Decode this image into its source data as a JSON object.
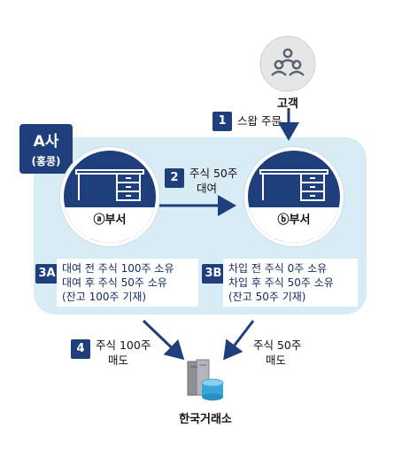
{
  "customer": {
    "label": "고객"
  },
  "company": {
    "name": "A사",
    "region": "(홍콩)"
  },
  "dept_a": {
    "label": "ⓐ부서"
  },
  "dept_b": {
    "label": "ⓑ부서"
  },
  "exchange": {
    "label": "한국거래소"
  },
  "steps": [
    {
      "num": "1",
      "text": "스왑 주문"
    },
    {
      "num": "2",
      "line1": "주식 50주",
      "line2": "대여"
    },
    {
      "num": "3A",
      "line1": "대여 전 주식 100주 소유",
      "line2": "대여 후 주식 50주 소유",
      "line3": "(잔고 100주 기재)"
    },
    {
      "num": "3B",
      "line1": "차입 전 주식 0주 소유",
      "line2": "차입 후 주식 50주 소유",
      "line3": "(잔고 50주 기재)"
    },
    {
      "num": "4",
      "line1": "주식 100주",
      "line2": "매도"
    },
    {
      "line1": "주식 50주",
      "line2": "매도"
    }
  ],
  "colors": {
    "navy": "#1f3e7c",
    "panel": "#d8ecf6",
    "cylinder": "#3aa6d8"
  }
}
